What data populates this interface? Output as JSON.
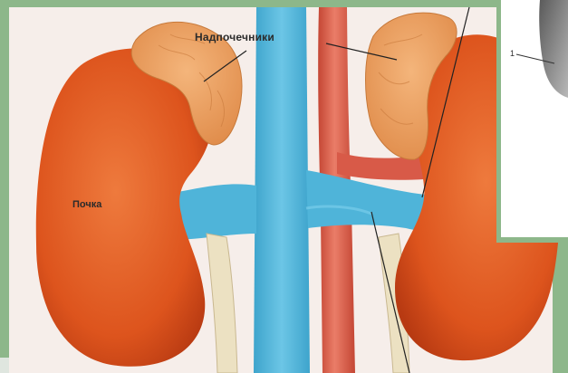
{
  "labels": {
    "adrenal_glands": "Надпочечники",
    "kidney": "Почка",
    "inset_number": "1"
  },
  "colors": {
    "frame_green": "#8db78a",
    "background": "#f6eeea",
    "kidney_red": "#e0551e",
    "adrenal_orange": "#eea161",
    "vein_blue": "#4fb4d9",
    "artery_red": "#d85a48",
    "ureter_cream": "#ece1c2",
    "inset_gray": "#9a9a9a"
  }
}
